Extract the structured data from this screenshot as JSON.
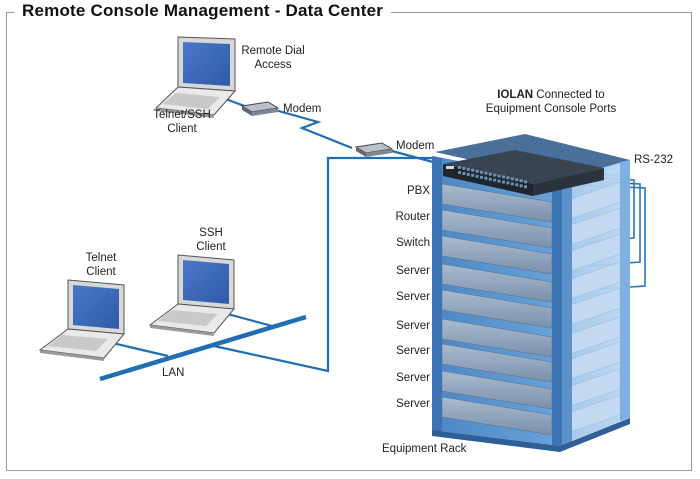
{
  "title": "Remote Console Management - Data Center",
  "labels": {
    "remote_dial_line1": "Remote Dial",
    "remote_dial_line2": "Access",
    "telnet_ssh_line1": "Telnet/SSH",
    "telnet_ssh_line2": "Client",
    "modem_top": "Modem",
    "modem_mid": "Modem",
    "iolan_bold": "IOLAN",
    "iolan_rest": " Connected to",
    "iolan_line2": "Equipment Console Ports",
    "rs232": "RS-232",
    "ssh_line1": "SSH",
    "ssh_line2": "Client",
    "telnet_line1": "Telnet",
    "telnet_line2": "Client",
    "lan": "LAN",
    "equipment_rack": "Equipment Rack"
  },
  "rack_devices": [
    "PBX",
    "Router",
    "Switch",
    "Server",
    "Server",
    "Server",
    "Server",
    "Server",
    "Server"
  ],
  "colors": {
    "line_blue": "#1f6fb2",
    "rack_dark": "#3d6fa6",
    "rack_light": "#9ec5ea",
    "panel_grey": "#8ba0b8"
  },
  "icons": [
    "laptop-icon",
    "modem-icon",
    "iolan-device-icon"
  ]
}
